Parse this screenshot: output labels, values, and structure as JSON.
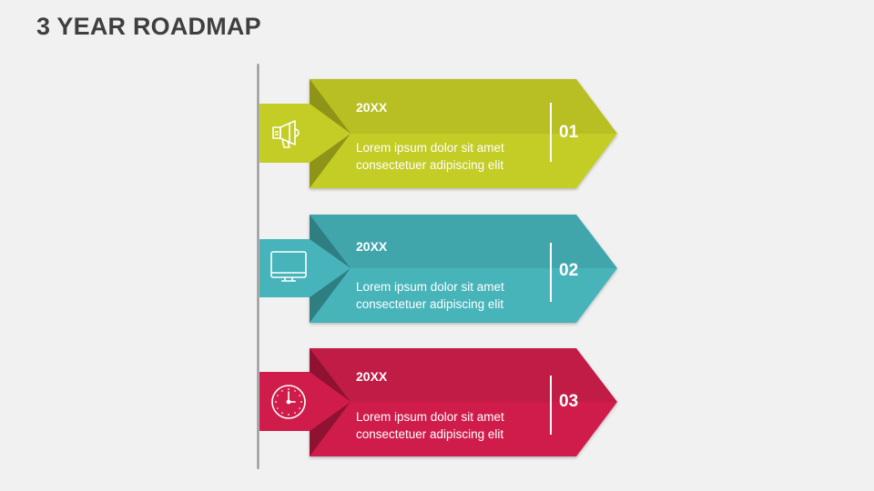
{
  "title": "3 YEAR ROADMAP",
  "items": [
    {
      "year": "20XX",
      "description": "Lorem ipsum dolor sit amet consectetuer adipiscing elit",
      "number": "01",
      "icon": "megaphone-icon",
      "colors": {
        "top": "#b8bf22",
        "bottom": "#c4cc26",
        "tab": "#c4cc26",
        "fold": "#8e9418"
      }
    },
    {
      "year": "20XX",
      "description": "Lorem ipsum dolor sit amet consectetuer adipiscing elit",
      "number": "02",
      "icon": "monitor-icon",
      "colors": {
        "top": "#3fa6ab",
        "bottom": "#46b4ba",
        "tab": "#46b4ba",
        "fold": "#2e7e82"
      }
    },
    {
      "year": "20XX",
      "description": "Lorem ipsum dolor sit amet consectetuer adipiscing elit",
      "number": "03",
      "icon": "clock-icon",
      "colors": {
        "top": "#c01a45",
        "bottom": "#d01c4b",
        "tab": "#d01c4b",
        "fold": "#8f1233"
      }
    }
  ]
}
